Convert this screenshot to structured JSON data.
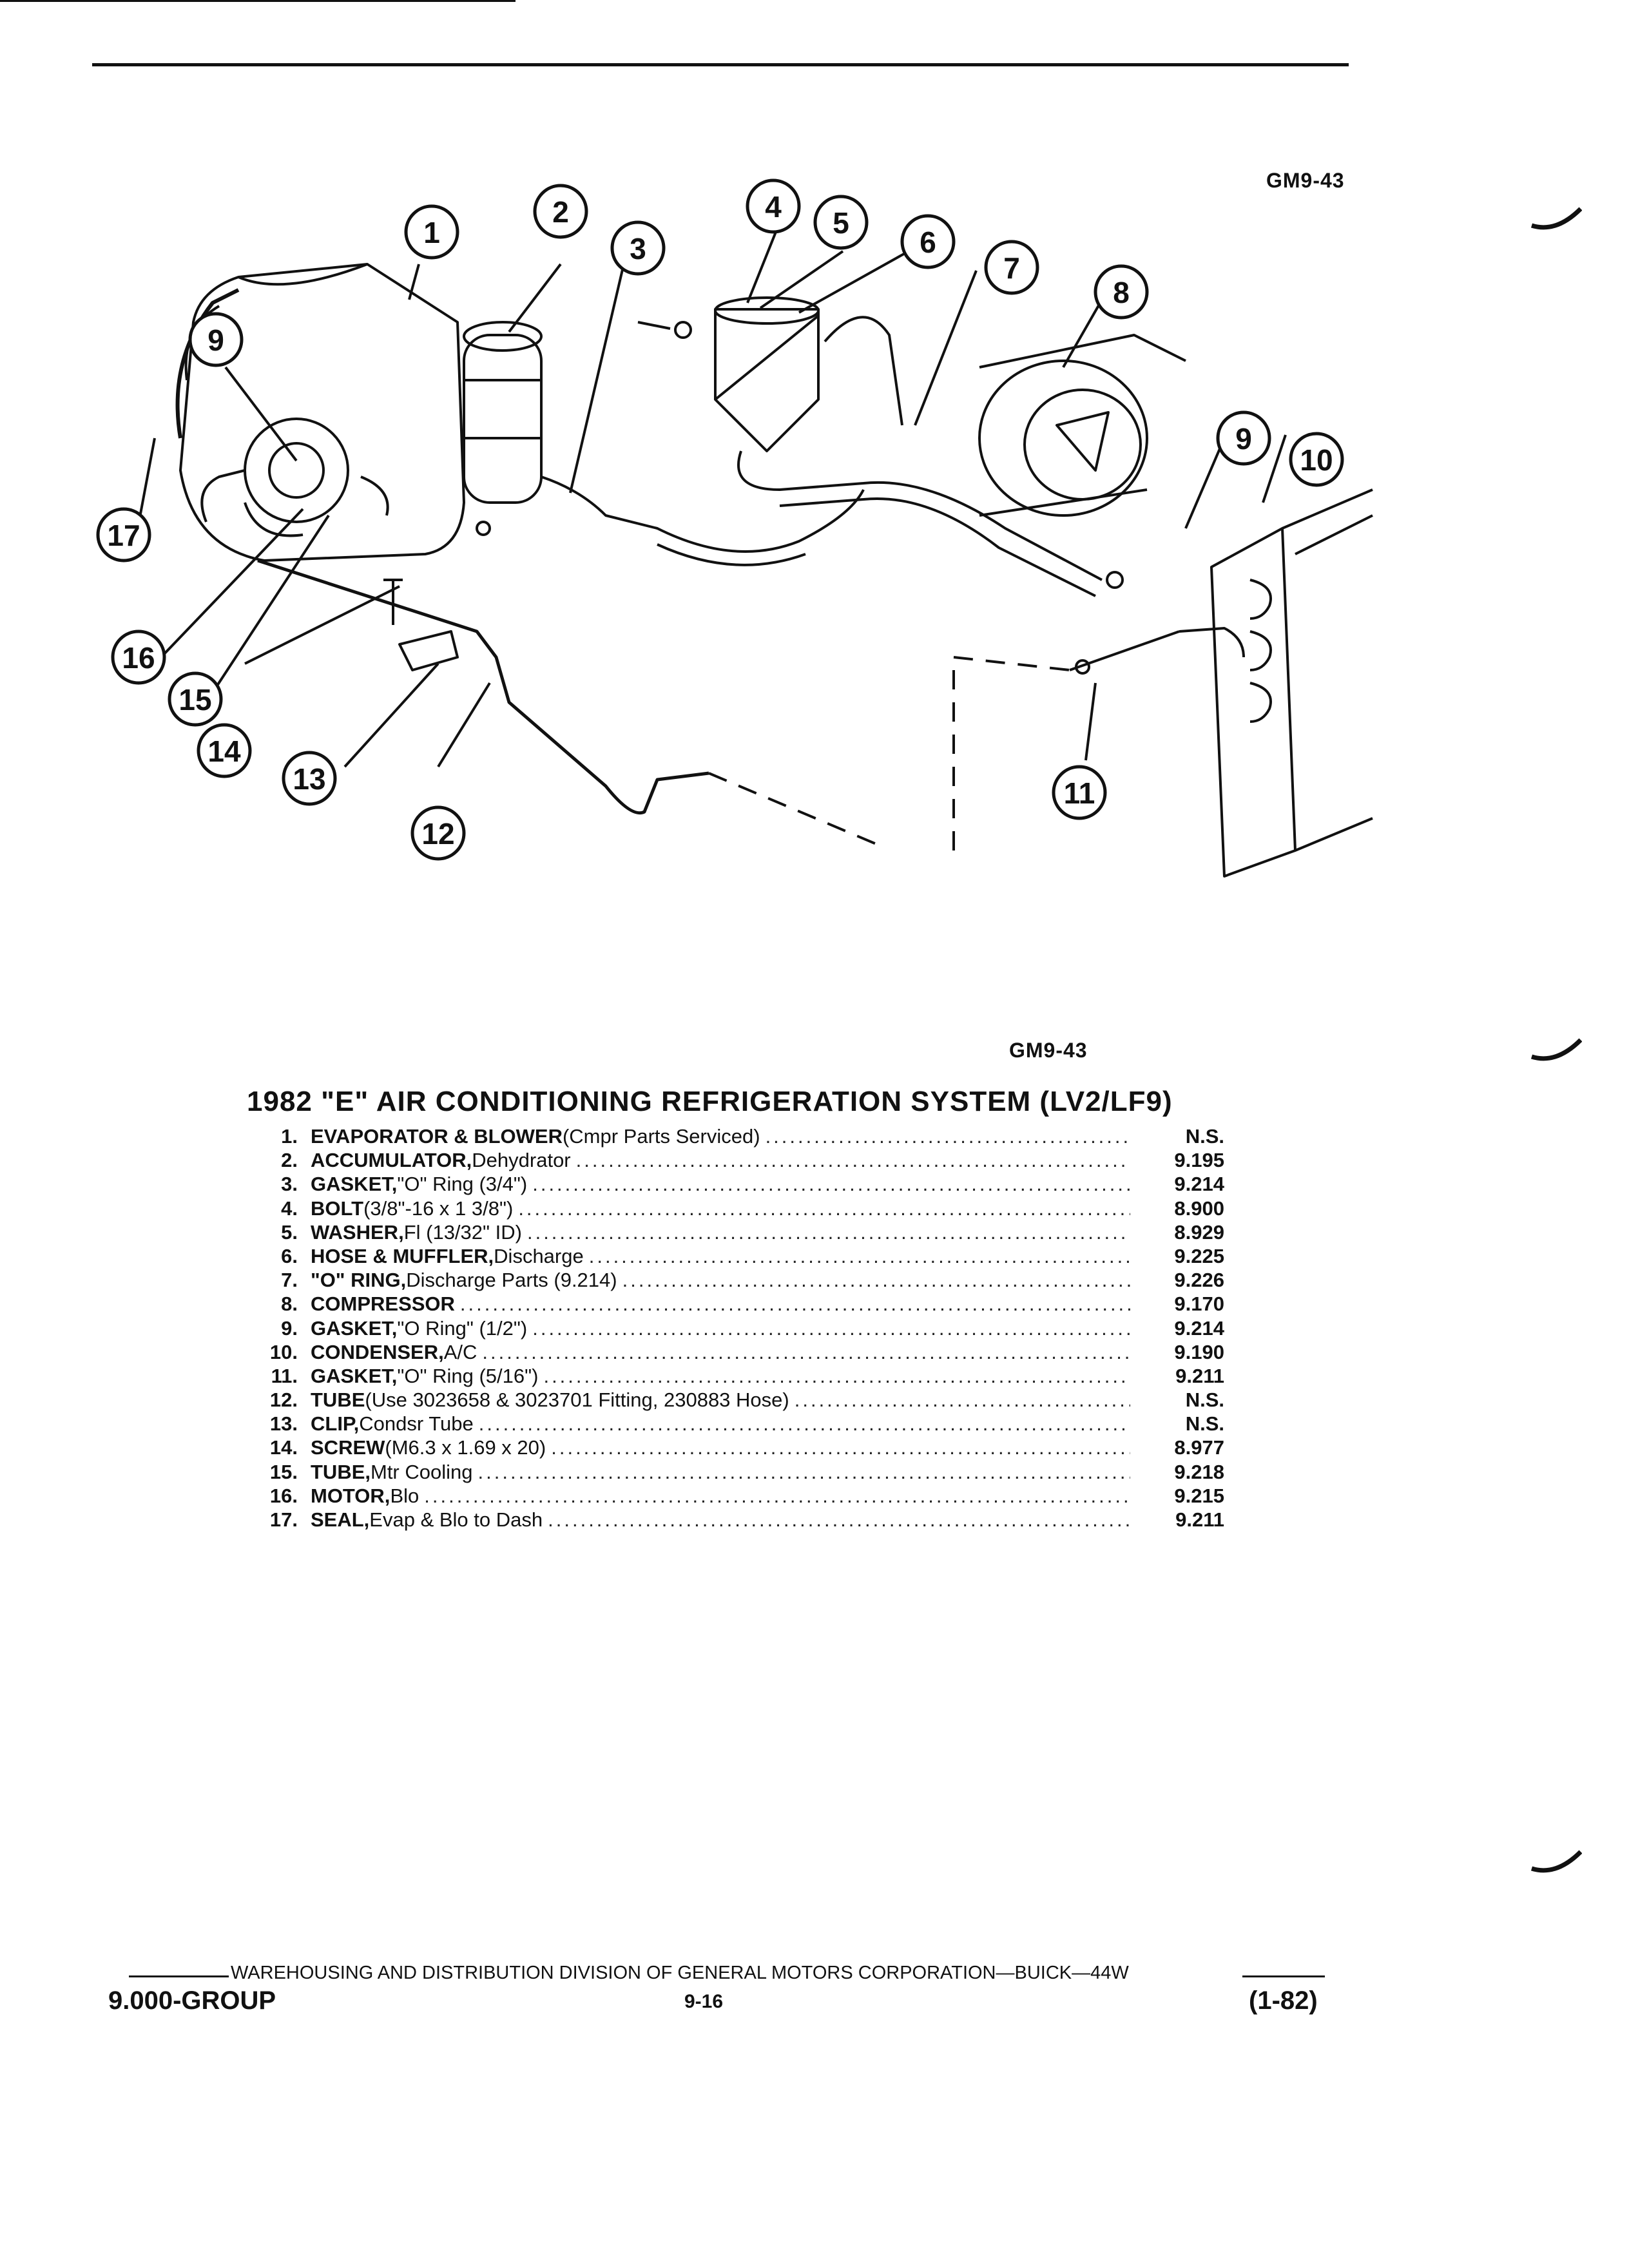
{
  "figure_code_top": "GM9-43",
  "figure_code_bottom": "GM9-43",
  "callouts": [
    "1",
    "2",
    "3",
    "4",
    "5",
    "6",
    "7",
    "8",
    "9",
    "10",
    "11",
    "12",
    "13",
    "14",
    "15",
    "16",
    "17",
    "9"
  ],
  "title": "1982 \"E\" AIR CONDITIONING REFRIGERATION SYSTEM (LV2/LF9)",
  "parts": [
    {
      "num": "1.",
      "name": "EVAPORATOR & BLOWER",
      "desc": " (Cmpr Parts Serviced)",
      "code": "N.S."
    },
    {
      "num": "2.",
      "name": "ACCUMULATOR,",
      "desc": " Dehydrator",
      "code": "9.195"
    },
    {
      "num": "3.",
      "name": "GASKET,",
      "desc": " \"O\" Ring (3/4\")",
      "code": "9.214"
    },
    {
      "num": "4.",
      "name": "BOLT",
      "desc": " (3/8\"-16 x 1 3/8\")",
      "code": "8.900"
    },
    {
      "num": "5.",
      "name": "WASHER,",
      "desc": " Fl (13/32\" ID)",
      "code": "8.929"
    },
    {
      "num": "6.",
      "name": "HOSE & MUFFLER,",
      "desc": " Discharge",
      "code": "9.225"
    },
    {
      "num": "7.",
      "name": "\"O\" RING,",
      "desc": " Discharge Parts (9.214)",
      "code": "9.226"
    },
    {
      "num": "8.",
      "name": "COMPRESSOR",
      "desc": "",
      "code": "9.170"
    },
    {
      "num": "9.",
      "name": "GASKET,",
      "desc": " \"O Ring\" (1/2\")",
      "code": "9.214"
    },
    {
      "num": "10.",
      "name": "CONDENSER,",
      "desc": " A/C",
      "code": "9.190"
    },
    {
      "num": "11.",
      "name": "GASKET,",
      "desc": " \"O\" Ring (5/16\")",
      "code": "9.211"
    },
    {
      "num": "12.",
      "name": "TUBE",
      "desc": " (Use 3023658 & 3023701 Fitting, 230883 Hose)",
      "code": "N.S."
    },
    {
      "num": "13.",
      "name": "CLIP,",
      "desc": " Condsr Tube",
      "code": "N.S."
    },
    {
      "num": "14.",
      "name": "SCREW",
      "desc": " (M6.3 x 1.69 x 20)",
      "code": "8.977"
    },
    {
      "num": "15.",
      "name": "TUBE,",
      "desc": " Mtr Cooling",
      "code": "9.218"
    },
    {
      "num": "16.",
      "name": "MOTOR,",
      "desc": " Blo",
      "code": "9.215"
    },
    {
      "num": "17.",
      "name": "SEAL,",
      "desc": " Evap & Blo to Dash",
      "code": "9.211"
    }
  ],
  "footer": {
    "org": "WAREHOUSING AND DISTRIBUTION  DIVISION OF GENERAL MOTORS CORPORATION—BUICK—44W",
    "group": "9.000-GROUP",
    "page": "9-16",
    "date": "(1-82)"
  }
}
